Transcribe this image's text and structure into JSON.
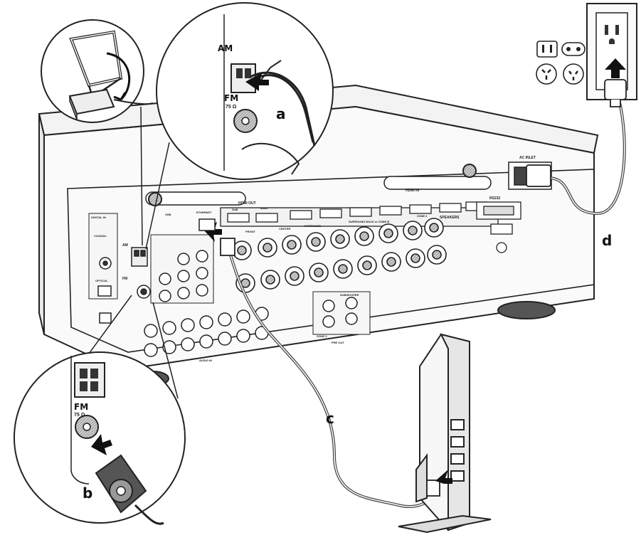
{
  "callouts": {
    "a": "a",
    "b": "b",
    "c": "c",
    "d": "d"
  },
  "zoom_labels": {
    "am": "AM",
    "fm_top": "FM",
    "fm_top_ohm": "75 Ω",
    "fm_bottom": "FM",
    "fm_bottom_ohm": "75 Ω"
  },
  "panel_labels": {
    "hdmi_out": "HDMI OUT",
    "sub": "SUB",
    "main": "MAIN",
    "hdmi_in": "HDMI IN",
    "speakers": "SPEAKERS",
    "ac_inlet": "AC INLET",
    "rs232": "RS232",
    "zone2": "ZONE 2",
    "zone3": "ZONE 3",
    "surround_back": "SURROUND BACK or ZONE B",
    "front": "FRONT",
    "center": "CENTER",
    "surround": "SURROUND",
    "subwoofer": "SUBWOOFER",
    "pre_out": "PRE OUT",
    "audio_in": "AUDIO IN",
    "digital_in": "DIGITAL IN",
    "coaxial": "COAXIAL",
    "optical": "OPTICAL",
    "am": "AM",
    "fm": "FM",
    "ethernet": "ETHERNET",
    "usb": "USB"
  }
}
